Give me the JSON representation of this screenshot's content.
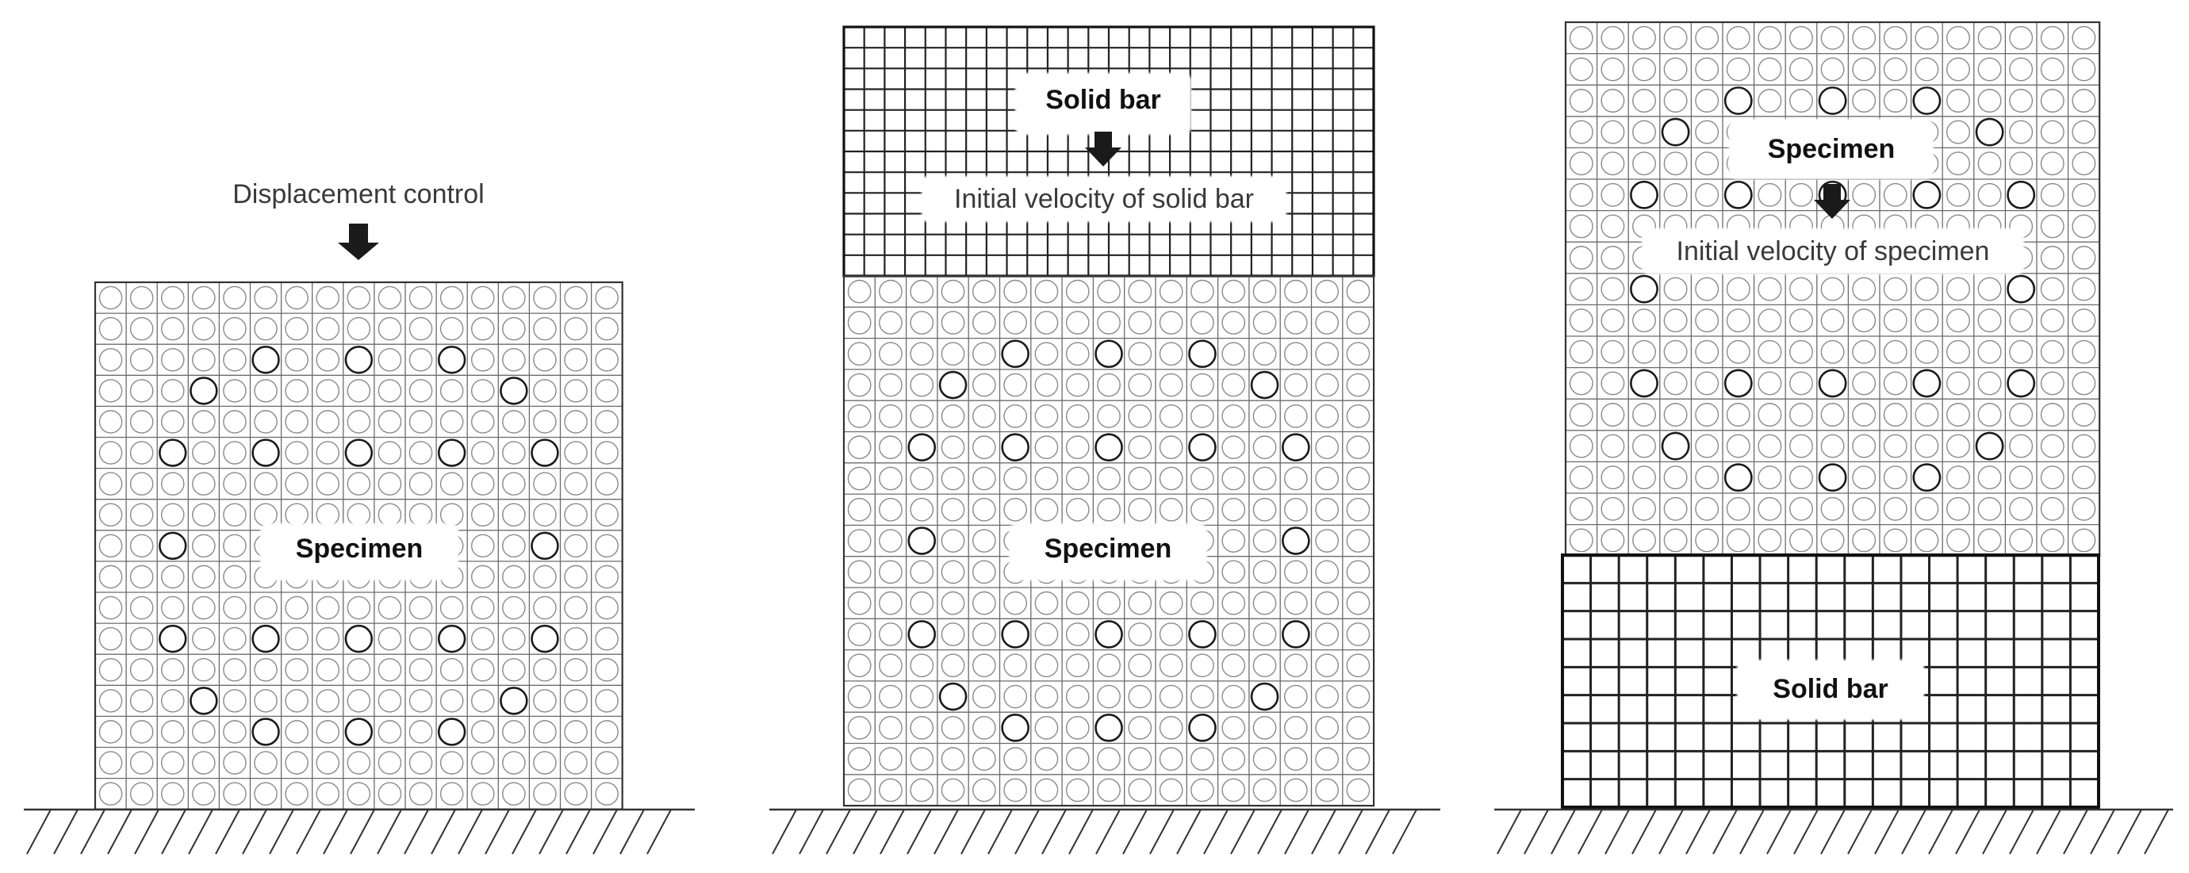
{
  "panels": [
    {
      "name": "displacement-control-panel",
      "top_label": "Displacement control",
      "specimen_label": "Specimen"
    },
    {
      "name": "solid-bar-on-top-panel",
      "solid_bar_label": "Solid bar",
      "velocity_label": "Initial velocity of solid bar",
      "specimen_label": "Specimen"
    },
    {
      "name": "specimen-on-top-panel",
      "specimen_label": "Specimen",
      "velocity_label": "Initial velocity of specimen",
      "solid_bar_label": "Solid bar"
    }
  ],
  "colors": {
    "grid_line": "#6b6b6b",
    "solid_bar_grid": "#222222",
    "ring": "#8a8a8a",
    "ring_bold": "#1a1a1a",
    "arrow": "#1a1a1a",
    "ground": "#333333"
  }
}
